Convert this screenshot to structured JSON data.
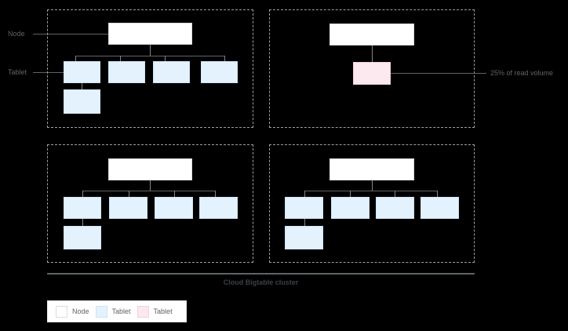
{
  "diagram": {
    "title": "Cloud Bigtable cluster",
    "side_labels": {
      "node": "Node",
      "tablet": "Tablet"
    },
    "callouts": {
      "hot_tablet": "25% of read volume"
    },
    "colors": {
      "node_fill": "#ffffff",
      "node_border": "#dadce0",
      "tablet_fill": "#e3f2fd",
      "tablet_border": "#cfe4f5",
      "hot_tablet_fill": "#fce8ef",
      "hot_tablet_border": "#f3d2dd",
      "frame_border": "#9aa0a6",
      "connector": "#80868b",
      "text": "#5f6368",
      "background": "#000000"
    },
    "groups": [
      {
        "id": "node-group-1",
        "position": "top-left",
        "node_label": "",
        "tablet_count": 5,
        "has_hot_tablet": false
      },
      {
        "id": "node-group-2",
        "position": "top-right",
        "node_label": "",
        "tablet_count": 1,
        "has_hot_tablet": true
      },
      {
        "id": "node-group-3",
        "position": "bottom-left",
        "node_label": "",
        "tablet_count": 5,
        "has_hot_tablet": false
      },
      {
        "id": "node-group-4",
        "position": "bottom-right",
        "node_label": "",
        "tablet_count": 5,
        "has_hot_tablet": false
      }
    ],
    "legend": {
      "items": [
        {
          "swatch": "node-swatch",
          "label": "Node"
        },
        {
          "swatch": "tablet-swatch",
          "label": "Tablet"
        },
        {
          "swatch": "hot-tablet-swatch",
          "label": "Tablet"
        }
      ]
    }
  }
}
